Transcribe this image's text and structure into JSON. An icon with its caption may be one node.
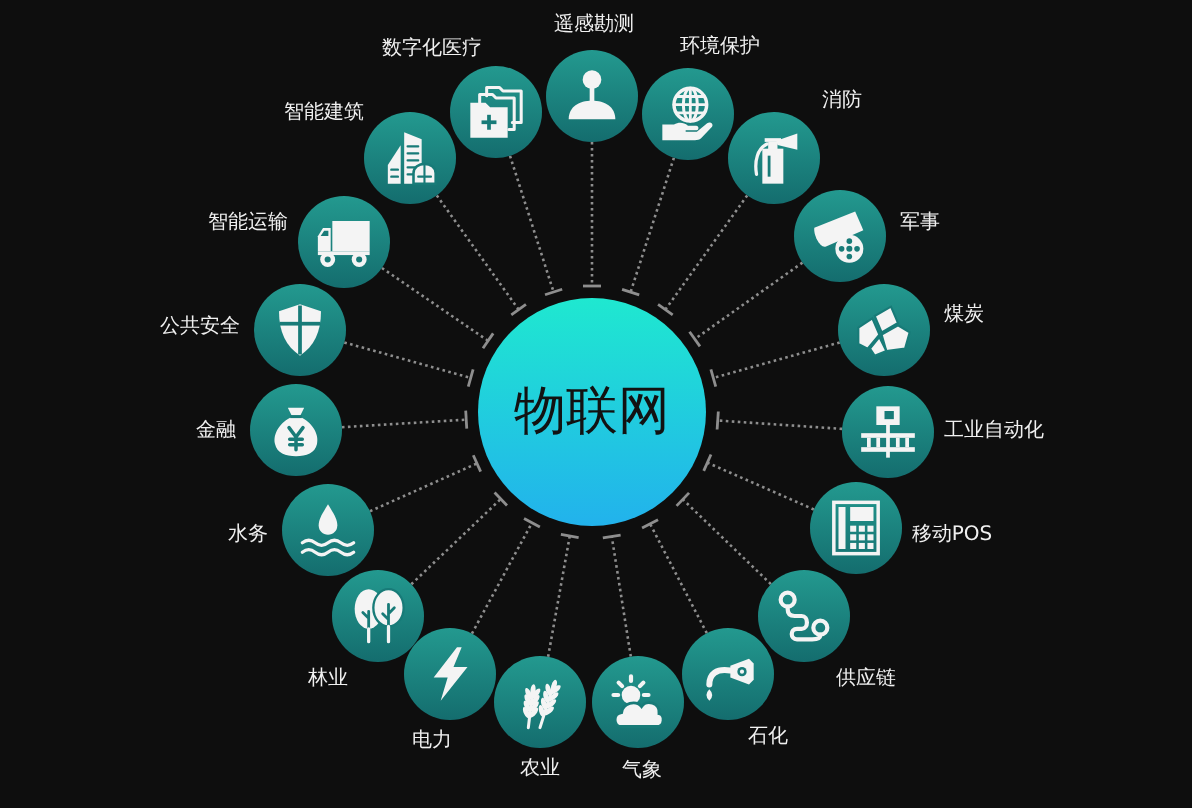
{
  "diagram": {
    "nodes": [
      {
        "text": [
          "物联网"
        ]
      },
      {
        "text": [
          "遥感勘测"
        ]
      },
      {
        "text": [
          "环境保护"
        ]
      },
      {
        "text": [
          "消防"
        ]
      },
      {
        "text": [
          "军事"
        ]
      },
      {
        "text": [
          "煤炭"
        ]
      },
      {
        "text": [
          "工业自动化"
        ]
      },
      {
        "text": [
          "移动POS"
        ]
      },
      {
        "text": [
          "供应链"
        ]
      },
      {
        "text": [
          "石化"
        ]
      },
      {
        "text": [
          "气象"
        ]
      },
      {
        "text": [
          "农业"
        ]
      },
      {
        "text": [
          "电力"
        ]
      },
      {
        "text": [
          "林业"
        ]
      },
      {
        "text": [
          "水务"
        ]
      },
      {
        "text": [
          "金融"
        ]
      },
      {
        "text": [
          "公共安全"
        ]
      },
      {
        "text": [
          "智能运输"
        ]
      },
      {
        "text": [
          "智能建筑"
        ]
      },
      {
        "text": [
          "数字化医疗"
        ]
      }
    ],
    "edges": [
      {
        "from": 1,
        "to": 0,
        "arrow": "other",
        "style": "dashed"
      },
      {
        "from": 2,
        "to": 0,
        "arrow": "other",
        "style": "dashed"
      },
      {
        "from": 3,
        "to": 0,
        "arrow": "other",
        "style": "dashed"
      },
      {
        "from": 4,
        "to": 0,
        "arrow": "other",
        "style": "dashed"
      },
      {
        "from": 5,
        "to": 0,
        "arrow": "other",
        "style": "dashed"
      },
      {
        "from": 6,
        "to": 0,
        "arrow": "other",
        "style": "dashed"
      },
      {
        "from": 7,
        "to": 0,
        "arrow": "other",
        "style": "dashed"
      },
      {
        "from": 8,
        "to": 0,
        "arrow": "other",
        "style": "dashed"
      },
      {
        "from": 9,
        "to": 0,
        "arrow": "other",
        "style": "dashed"
      },
      {
        "from": 10,
        "to": 0,
        "arrow": "other",
        "style": "dashed"
      },
      {
        "from": 11,
        "to": 0,
        "arrow": "other",
        "style": "dashed"
      },
      {
        "from": 12,
        "to": 0,
        "arrow": "other",
        "style": "dashed"
      },
      {
        "from": 13,
        "to": 0,
        "arrow": "other",
        "style": "dashed"
      },
      {
        "from": 14,
        "to": 0,
        "arrow": "other",
        "style": "dashed"
      },
      {
        "from": 15,
        "to": 0,
        "arrow": "other",
        "style": "dashed"
      },
      {
        "from": 16,
        "to": 0,
        "arrow": "other",
        "style": "dashed"
      },
      {
        "from": 17,
        "to": 0,
        "arrow": "other",
        "style": "dashed"
      },
      {
        "from": 18,
        "to": 0,
        "arrow": "other",
        "style": "dashed"
      },
      {
        "from": 19,
        "to": 0,
        "arrow": "other",
        "style": "dashed"
      }
    ]
  }
}
